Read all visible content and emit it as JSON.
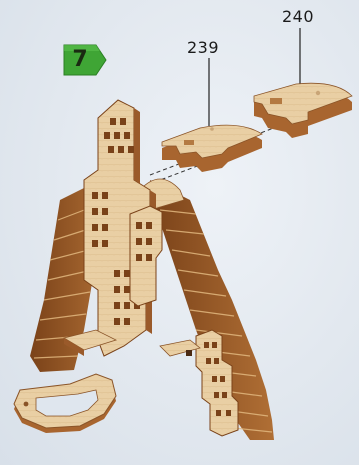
{
  "step": {
    "number": "7",
    "badge_color": "#3fa535"
  },
  "parts": [
    {
      "label": "239"
    },
    {
      "label": "240"
    }
  ],
  "colors": {
    "wood_face": "#e9cfa4",
    "wood_edge": "#9a5a2a",
    "wood_dark": "#6e3b18",
    "background": "#e2e8ef"
  }
}
